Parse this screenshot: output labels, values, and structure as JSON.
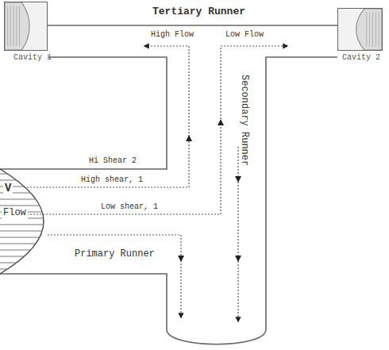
{
  "diagram": {
    "nodes": [
      {
        "text": [
          "Cavity 1"
        ]
      },
      {
        "text": [
          "Cavity 2"
        ]
      }
    ],
    "labels": [
      "Tertiary Runner",
      "High Flow",
      "Low Flow",
      "Secondary Runner",
      "Hi Shear 2",
      "High shear, 1",
      "Low shear, 1",
      "V",
      "Flow",
      "Primary Runner"
    ]
  }
}
